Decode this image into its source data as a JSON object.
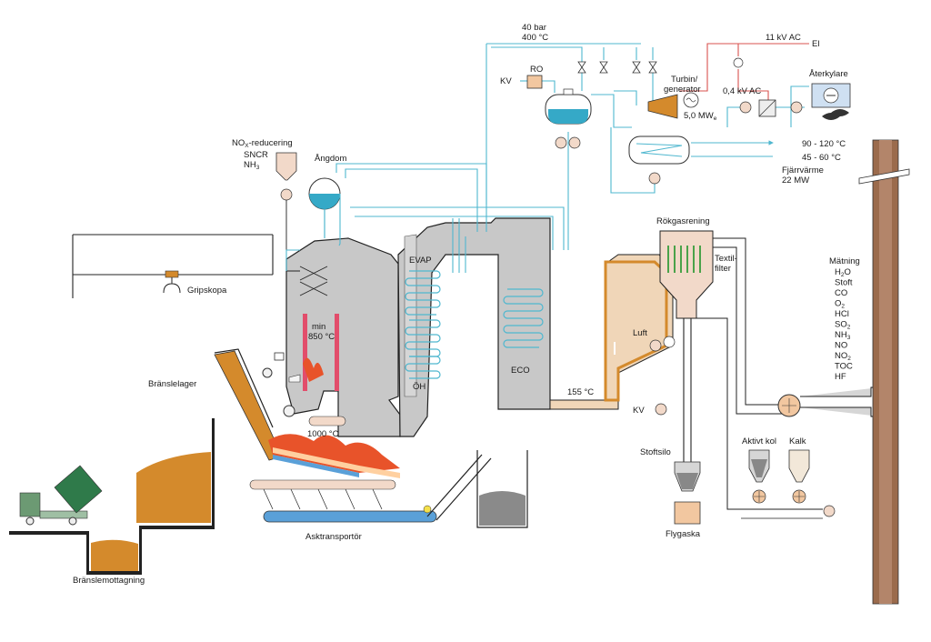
{
  "labels": {
    "pressure": "40 bar",
    "temperature_steam": "400 °C",
    "voltage_high": "11 kV AC",
    "el": "El",
    "ro": "RO",
    "kv_top": "KV",
    "turbine_line1": "Turbin/",
    "turbine_line2": "generator",
    "power": "5,0 MW",
    "power_sub": "e",
    "voltage_low": "0,4 kV AC",
    "aterkylare": "Återkylare",
    "district_hot": "90 - 120 °C",
    "district_cold": "45 - 60 °C",
    "fjarrvarme": "Fjärrvärme",
    "fjarrvarme_mw": "22 MW",
    "nox_main": "NO",
    "nox_x": "X",
    "nox_tail": "-reducering",
    "sncr": "SNCR",
    "nh3_main": "NH",
    "nh3_sub": "3",
    "angdom": "Ångdom",
    "evap": "EVAP",
    "oh": "ÖH",
    "eco": "ECO",
    "min": "min",
    "temp_850": "850 °C",
    "temp_1000": "1000 °C",
    "temp_155": "155 °C",
    "gripskopa": "Gripskopa",
    "branslelager": "Bränslelager",
    "branslemottagning": "Bränslemottagning",
    "asktransportor": "Asktransportör",
    "rokgasrening": "Rökgasrening",
    "textil": "Textil-",
    "filter": "filter",
    "luft": "Luft",
    "kv_bottom": "KV",
    "stoftsilo": "Stoftsilo",
    "flygaska": "Flygaska",
    "aktivt_kol": "Aktivt kol",
    "kalk": "Kalk",
    "matning": "Mätning"
  },
  "measurements": [
    {
      "main": "H",
      "sub": "2",
      "tail": "O"
    },
    {
      "main": "Stoft",
      "sub": "",
      "tail": ""
    },
    {
      "main": "CO",
      "sub": "",
      "tail": ""
    },
    {
      "main": "O",
      "sub": "2",
      "tail": ""
    },
    {
      "main": "HCl",
      "sub": "",
      "tail": ""
    },
    {
      "main": "SO",
      "sub": "2",
      "tail": ""
    },
    {
      "main": "NH",
      "sub": "3",
      "tail": ""
    },
    {
      "main": "NO",
      "sub": "",
      "tail": ""
    },
    {
      "main": "NO",
      "sub": "2",
      "tail": ""
    },
    {
      "main": "TOC",
      "sub": "",
      "tail": ""
    },
    {
      "main": "HF",
      "sub": "",
      "tail": ""
    }
  ],
  "colors": {
    "water": "#4fb7cf",
    "water_fill": "#35a9c7",
    "electric": "#d9534f",
    "boiler": "#c8c8c8",
    "fuel": "#d48a2c",
    "fire": "#e8532a",
    "cooling": "#78aee0",
    "stack": "#9b6b4c"
  }
}
